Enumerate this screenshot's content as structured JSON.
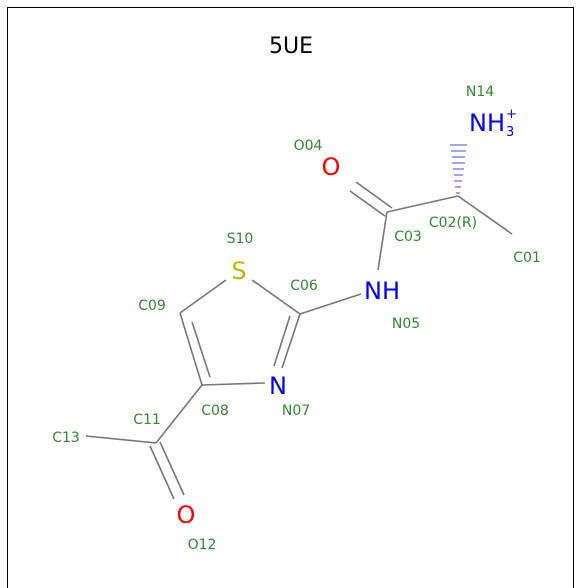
{
  "title": "5UE",
  "colors": {
    "label": "#2e8b2e",
    "nitrogen": "#0000ff",
    "oxygen": "#ff0000",
    "sulfur": "#c8b400",
    "bond": "#777777"
  },
  "atoms": {
    "O04": "O",
    "NH3": "NH",
    "NH3_sub": "3",
    "NH3_sup": "+",
    "S10": "S",
    "NH": "NH",
    "N07": "N",
    "O12": "O"
  },
  "labels": {
    "N14": "N14",
    "O04": "O04",
    "C03": "C03",
    "C02": "C02(R)",
    "C01": "C01",
    "S10": "S10",
    "C06": "C06",
    "C09": "C09",
    "N05": "N05",
    "N07": "N07",
    "C08": "C08",
    "C11": "C11",
    "C13": "C13",
    "O12": "O12"
  }
}
